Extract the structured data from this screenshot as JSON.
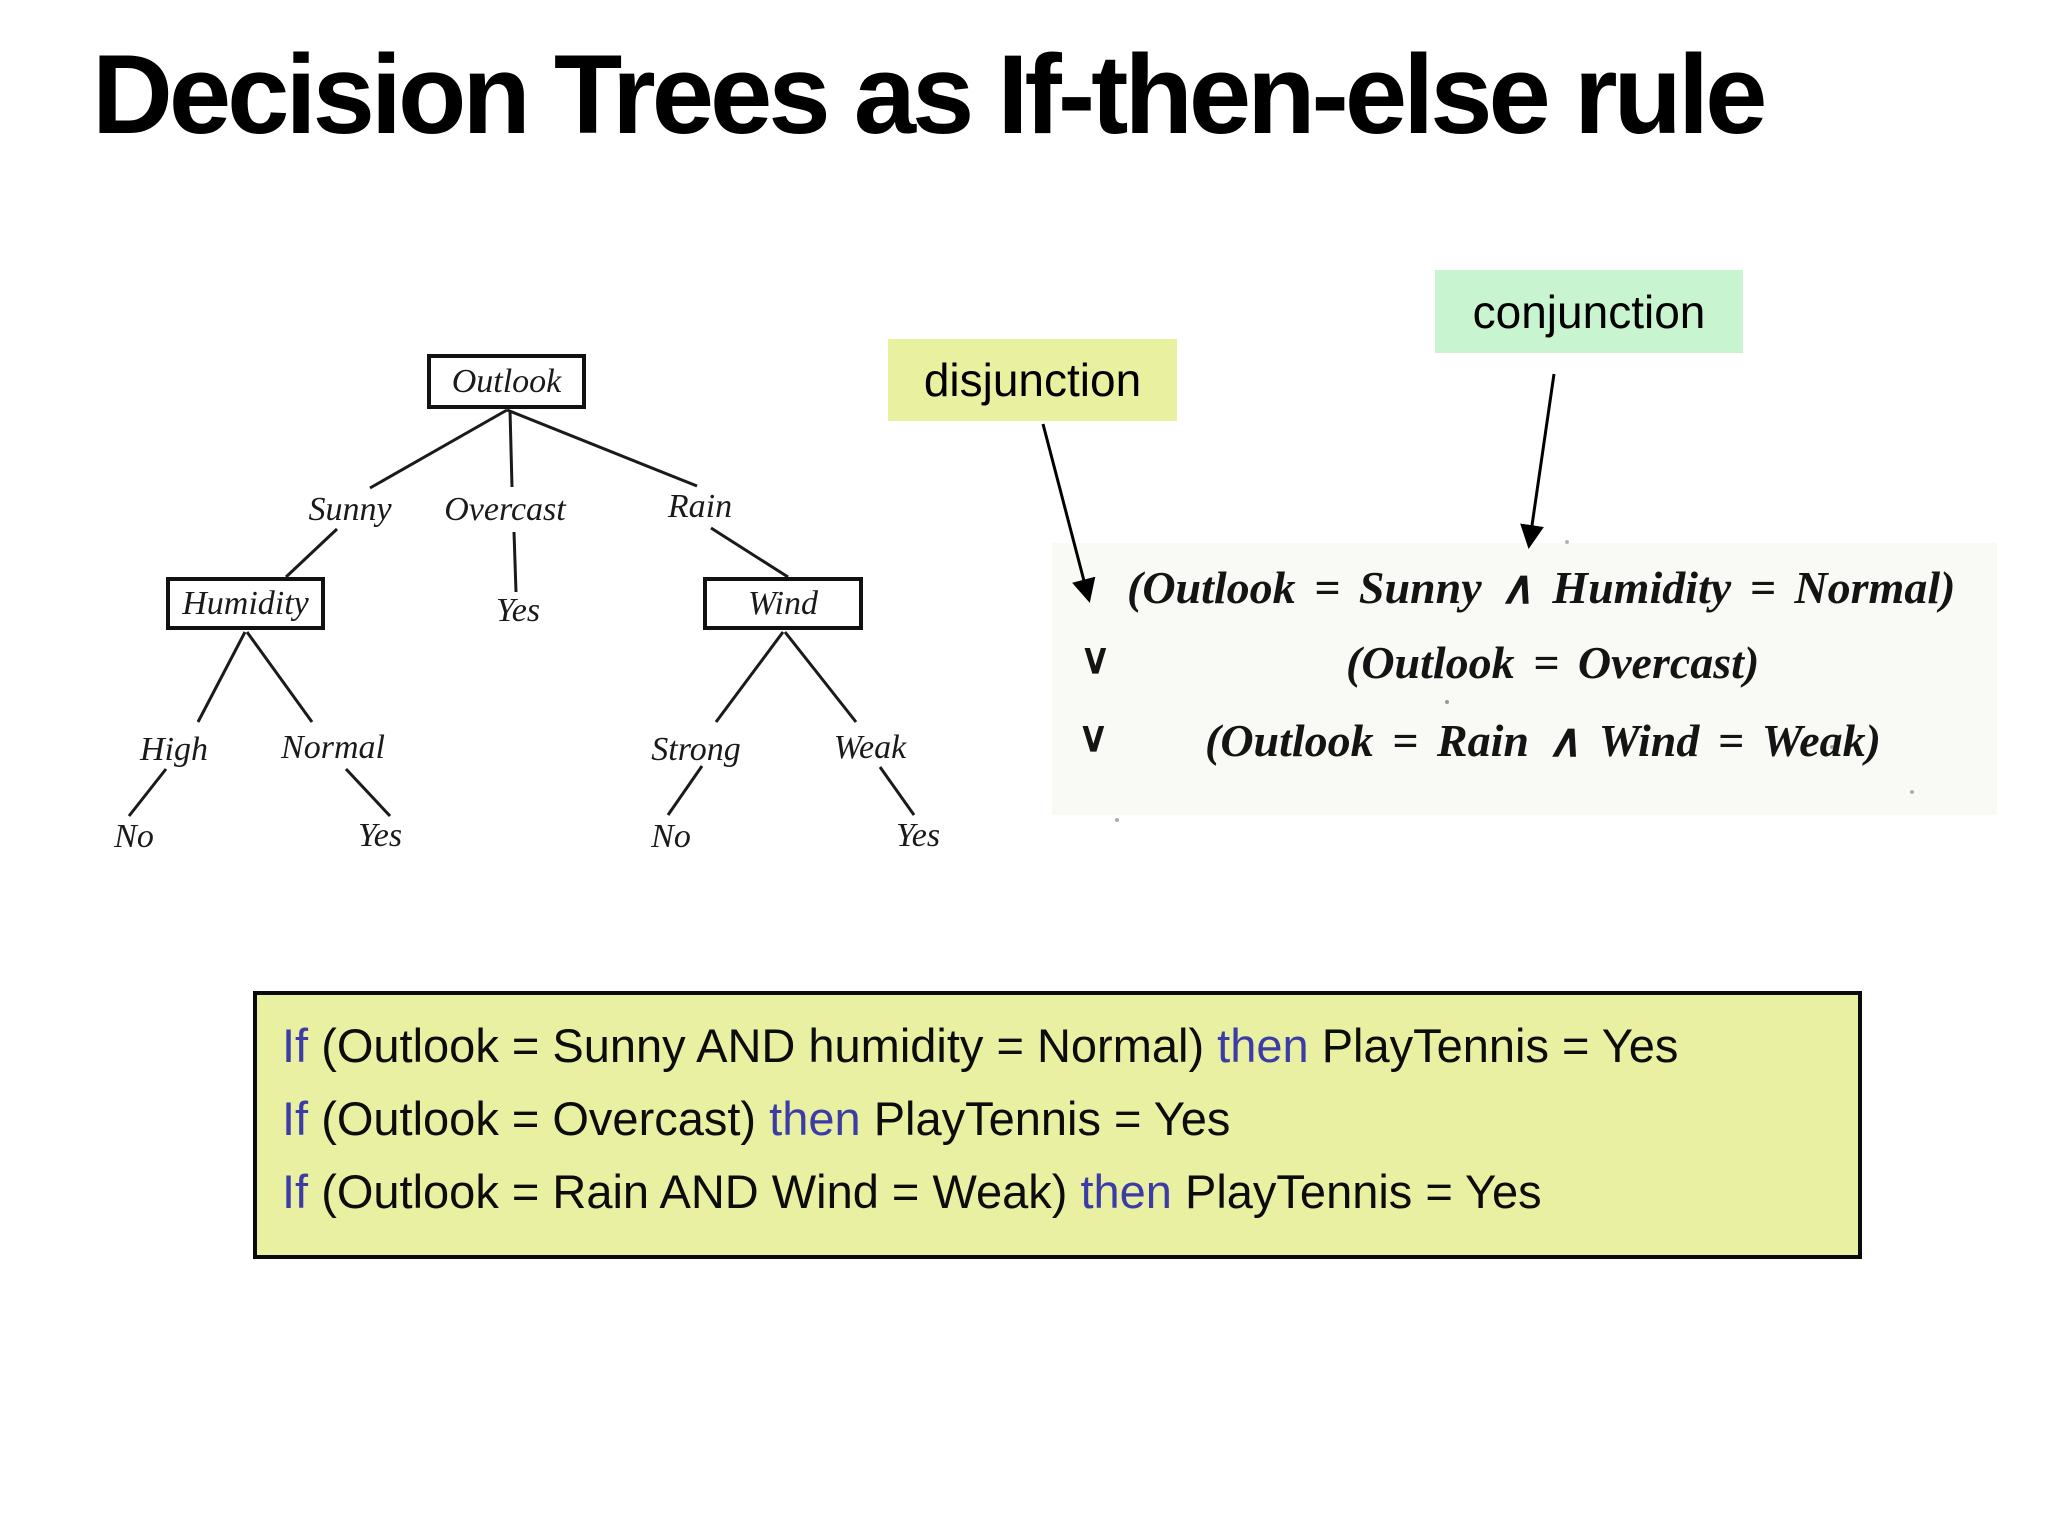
{
  "title": "Decision Trees as If-then-else rule",
  "tree": {
    "nodes": [
      {
        "id": "outlook",
        "label": "Outlook"
      },
      {
        "id": "humidity",
        "label": "Humidity"
      },
      {
        "id": "wind",
        "label": "Wind"
      }
    ],
    "branches": [
      {
        "id": "sunny",
        "label": "Sunny"
      },
      {
        "id": "overcast",
        "label": "Overcast"
      },
      {
        "id": "rain",
        "label": "Rain"
      }
    ],
    "leaves": [
      {
        "id": "yes-overcast",
        "label": "Yes"
      },
      {
        "id": "high",
        "label": "High"
      },
      {
        "id": "normal",
        "label": "Normal"
      },
      {
        "id": "no-high",
        "label": "No"
      },
      {
        "id": "yes-normal",
        "label": "Yes"
      },
      {
        "id": "strong",
        "label": "Strong"
      },
      {
        "id": "weak",
        "label": "Weak"
      },
      {
        "id": "no-strong",
        "label": "No"
      },
      {
        "id": "yes-weak",
        "label": "Yes"
      }
    ]
  },
  "callouts": {
    "disjunction": {
      "label": "disjunction",
      "bg": "#e9f0a0"
    },
    "conjunction": {
      "label": "conjunction",
      "bg": "#c8f4cf"
    }
  },
  "formula": {
    "line1": "(Outlook = Sunny ∧ Humidity = Normal)",
    "or_symbol": "∨",
    "line2": "(Outlook = Overcast)",
    "line3": "(Outlook = Rain ∧ Wind = Weak)"
  },
  "rules": [
    {
      "if_word": "If",
      "condition": "(Outlook = Sunny AND humidity = Normal)",
      "then_word": "then",
      "result": "PlayTennis = Yes"
    },
    {
      "if_word": "If",
      "condition": "(Outlook = Overcast)",
      "then_word": "then",
      "result": "PlayTennis = Yes"
    },
    {
      "if_word": "If",
      "condition": "(Outlook = Rain AND Wind = Weak)",
      "then_word": "then",
      "result": "PlayTennis = Yes"
    }
  ],
  "colors": {
    "highlight_yellow": "#e9f0a1",
    "highlight_green": "#c8f4cf",
    "keyword_blue": "#3c3ca6"
  }
}
